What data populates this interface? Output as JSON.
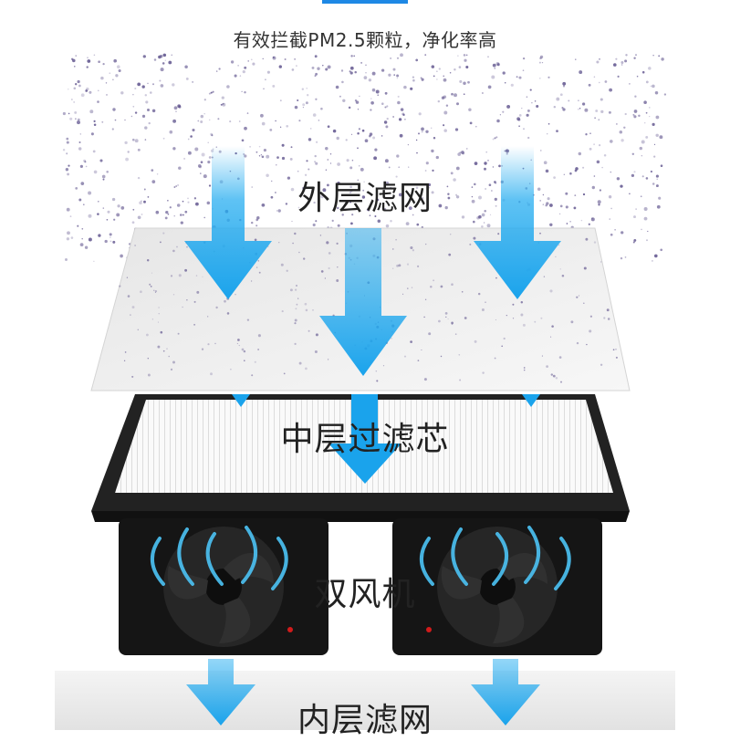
{
  "headline": "有效拦截PM2.5颗粒，净化率高",
  "layers": {
    "outer_filter": "外层滤网",
    "middle_filter": "中层过滤芯",
    "fans": "双风机",
    "inner_filter": "内层滤网"
  },
  "colors": {
    "accent": "#1e88e5",
    "arrow": "#29aef0",
    "particles": "#5b4f8a",
    "filter_frame": "#1b1b1b",
    "fan_body": "#151515"
  },
  "icons": {
    "airflow_arrows": "down-arrow-icon",
    "fan": "fan-icon"
  }
}
